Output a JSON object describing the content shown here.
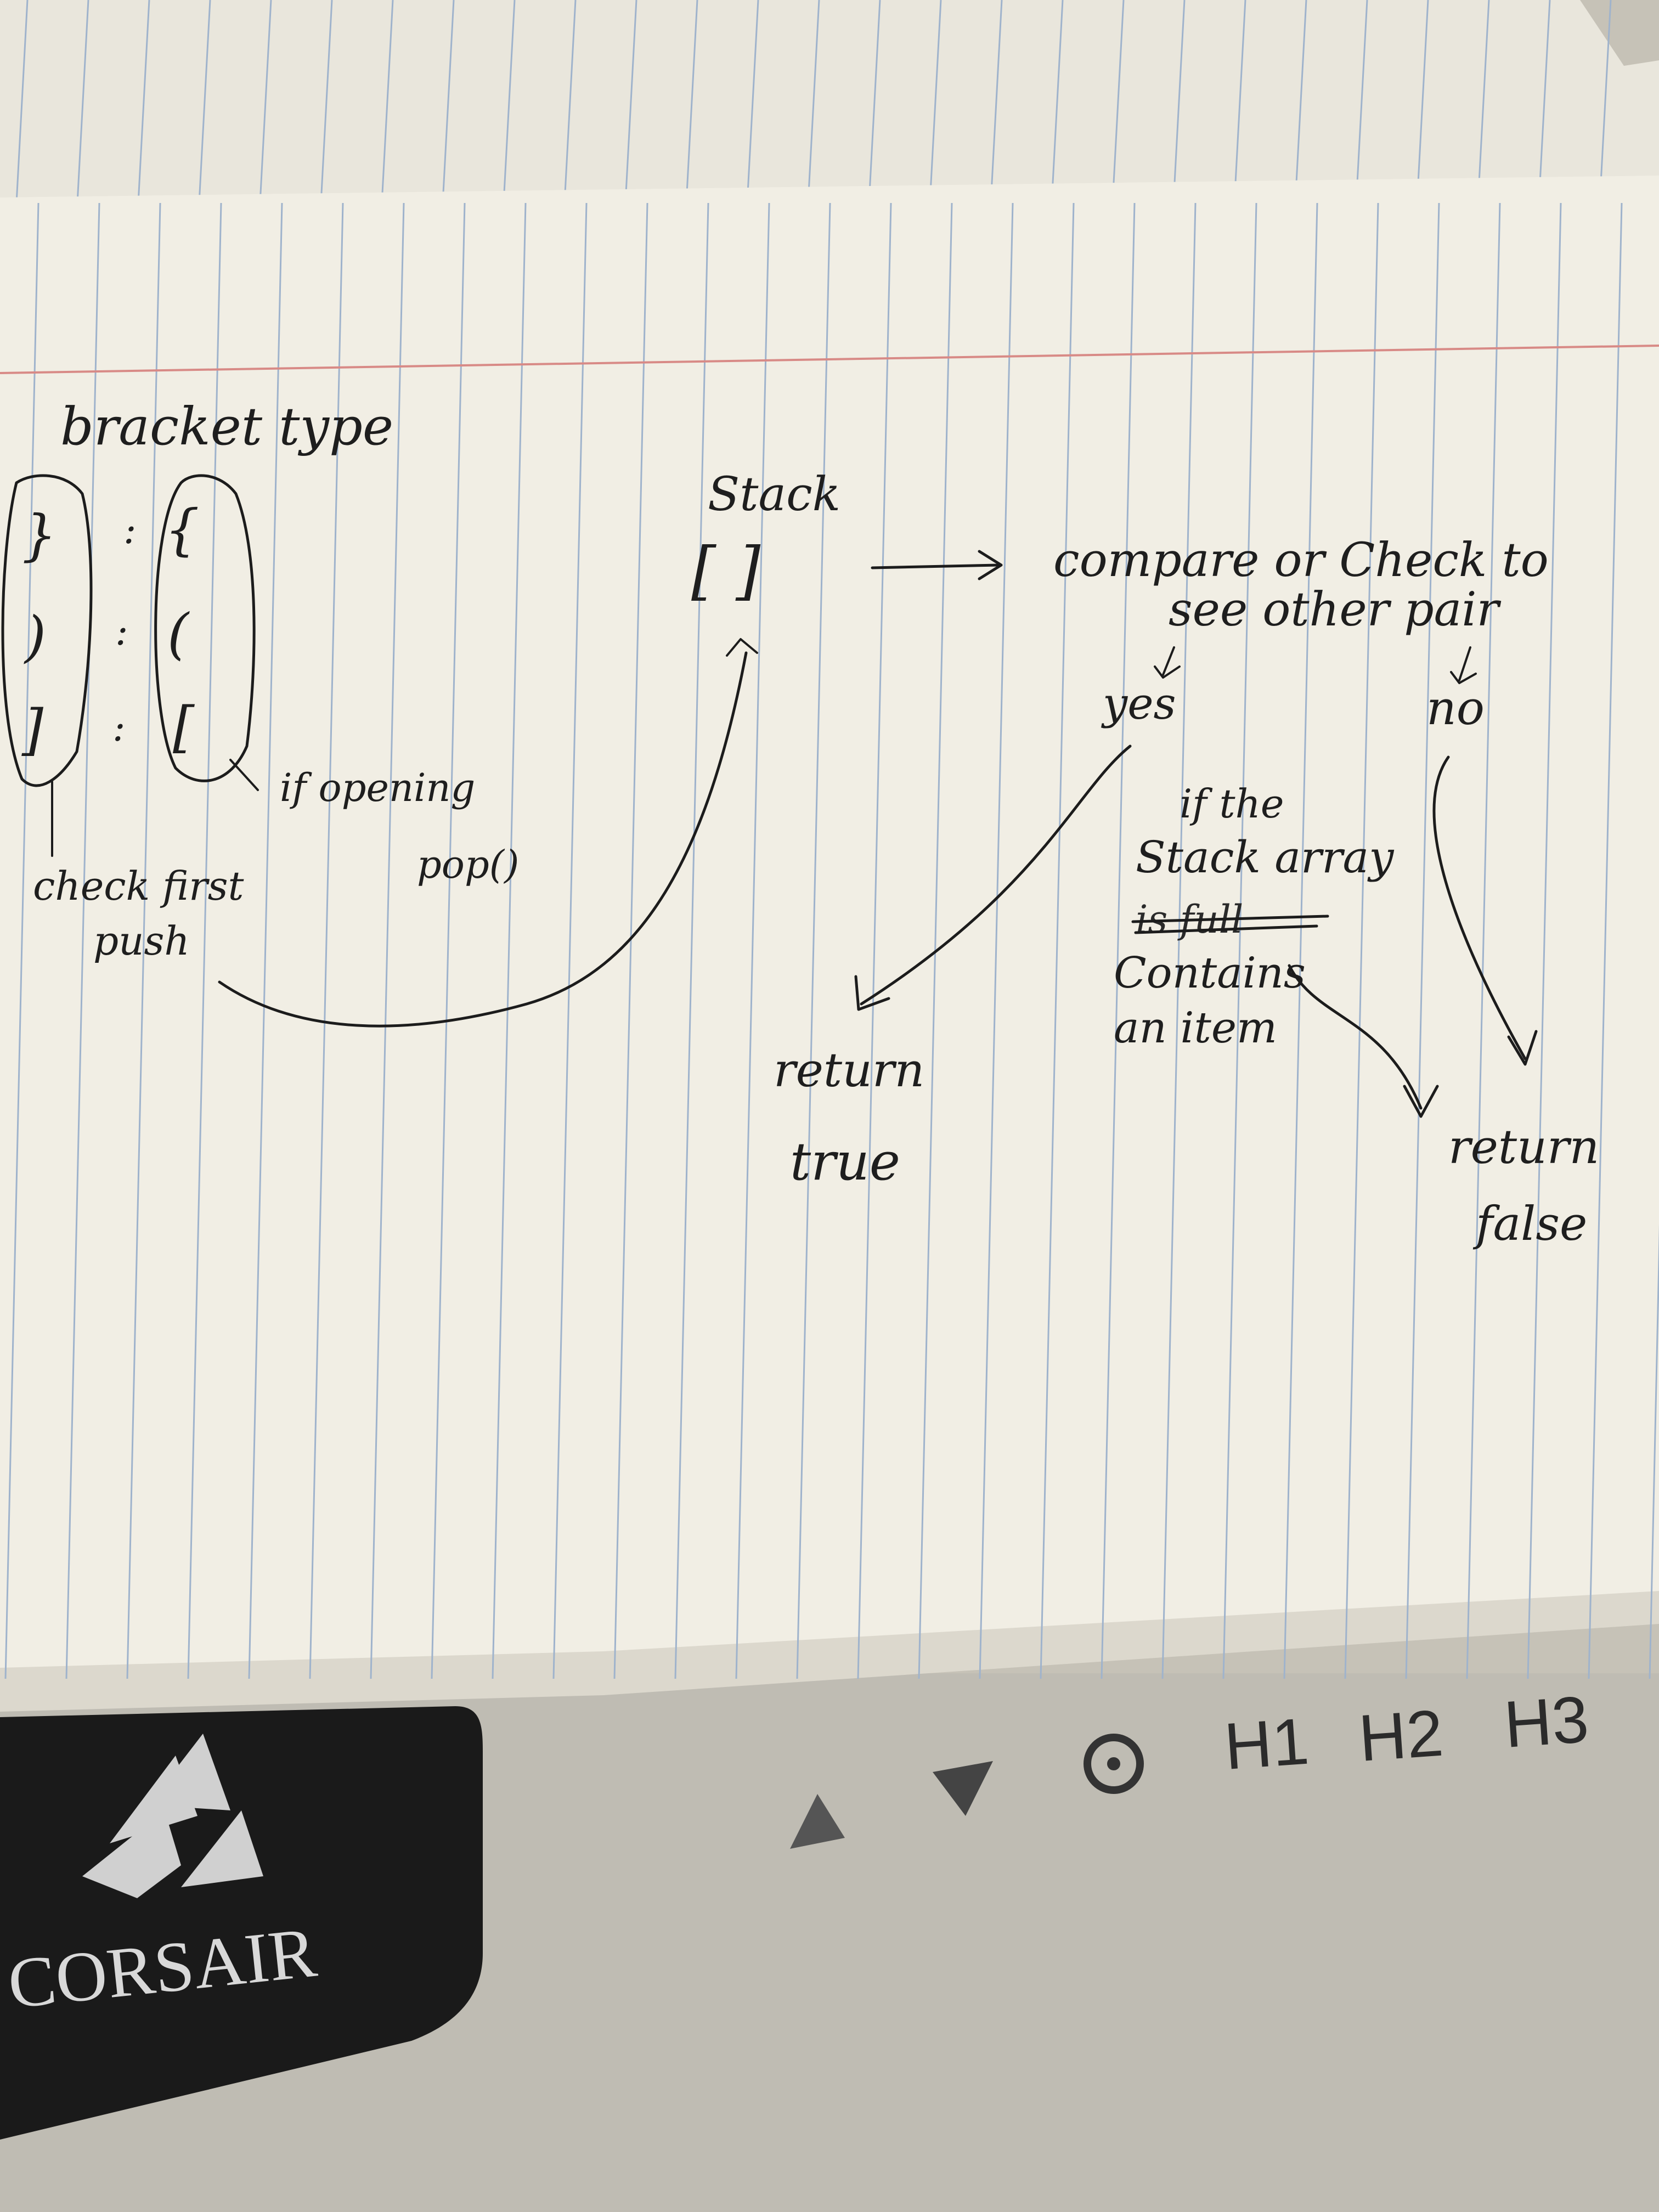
{
  "notebook": {
    "heading": "bracket type",
    "closing_brackets": [
      "}",
      ")",
      "]"
    ],
    "separators": [
      ":",
      ":",
      ":"
    ],
    "opening_brackets": [
      "{",
      "(",
      "["
    ],
    "note_opening": [
      "if opening",
      "pop()"
    ],
    "note_closing": [
      "check first",
      "push"
    ],
    "stack_label": "Stack",
    "stack_symbol": "[ ]",
    "compare_text": [
      "compare or Check to",
      "see other pair"
    ],
    "yes_label": "yes",
    "no_label": "no",
    "condition_text": [
      "if the",
      "Stack array"
    ],
    "crossed_out": "is full",
    "condition_rest": [
      "Contains",
      "an item"
    ],
    "return_true": [
      "return",
      "true"
    ],
    "return_false": [
      "return",
      "false"
    ]
  },
  "keyboard": {
    "keys": [
      "H1",
      "H2",
      "H3"
    ]
  },
  "mousepad": {
    "brand": "CORSAIR"
  },
  "colors": {
    "paper": "#f1eee4",
    "blue_rule": "#9fb3cc",
    "red_margin": "#d88a86",
    "ink": "#1c1c1c",
    "mousepad": "#1a1a1a"
  }
}
